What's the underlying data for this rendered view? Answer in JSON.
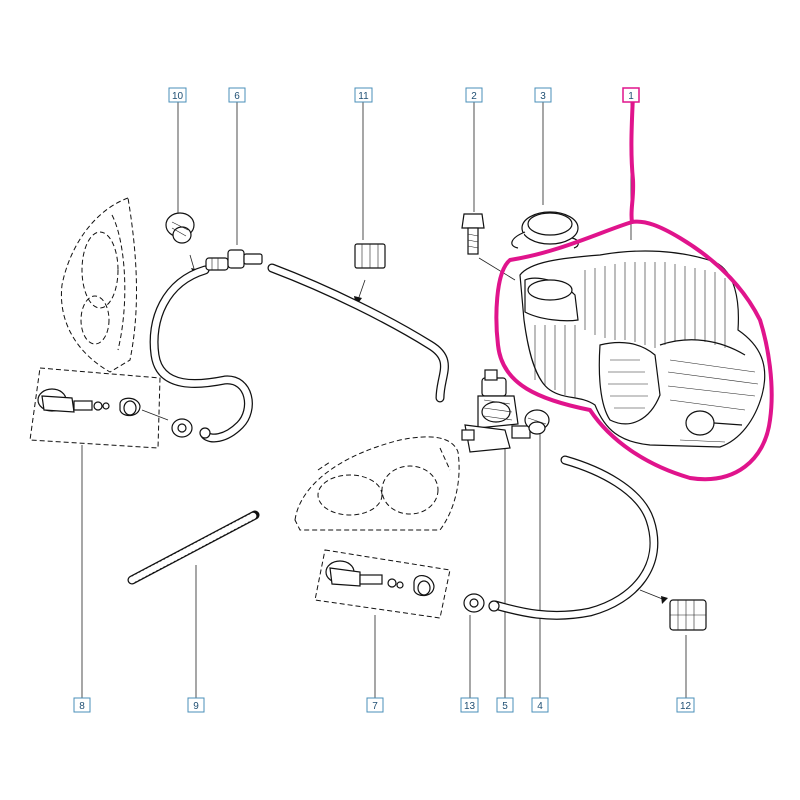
{
  "callouts": [
    {
      "id": "callout-1",
      "label": "1"
    },
    {
      "id": "callout-2",
      "label": "2"
    },
    {
      "id": "callout-3",
      "label": "3"
    },
    {
      "id": "callout-4",
      "label": "4"
    },
    {
      "id": "callout-5",
      "label": "5"
    },
    {
      "id": "callout-6",
      "label": "6"
    },
    {
      "id": "callout-7",
      "label": "7"
    },
    {
      "id": "callout-8",
      "label": "8"
    },
    {
      "id": "callout-9",
      "label": "9"
    },
    {
      "id": "callout-10",
      "label": "10"
    },
    {
      "id": "callout-11",
      "label": "11"
    },
    {
      "id": "callout-12",
      "label": "12"
    },
    {
      "id": "callout-13",
      "label": "13"
    }
  ],
  "colors": {
    "highlight": "#e0148c",
    "callout_border": "#4a8fb8",
    "line": "#111111"
  }
}
